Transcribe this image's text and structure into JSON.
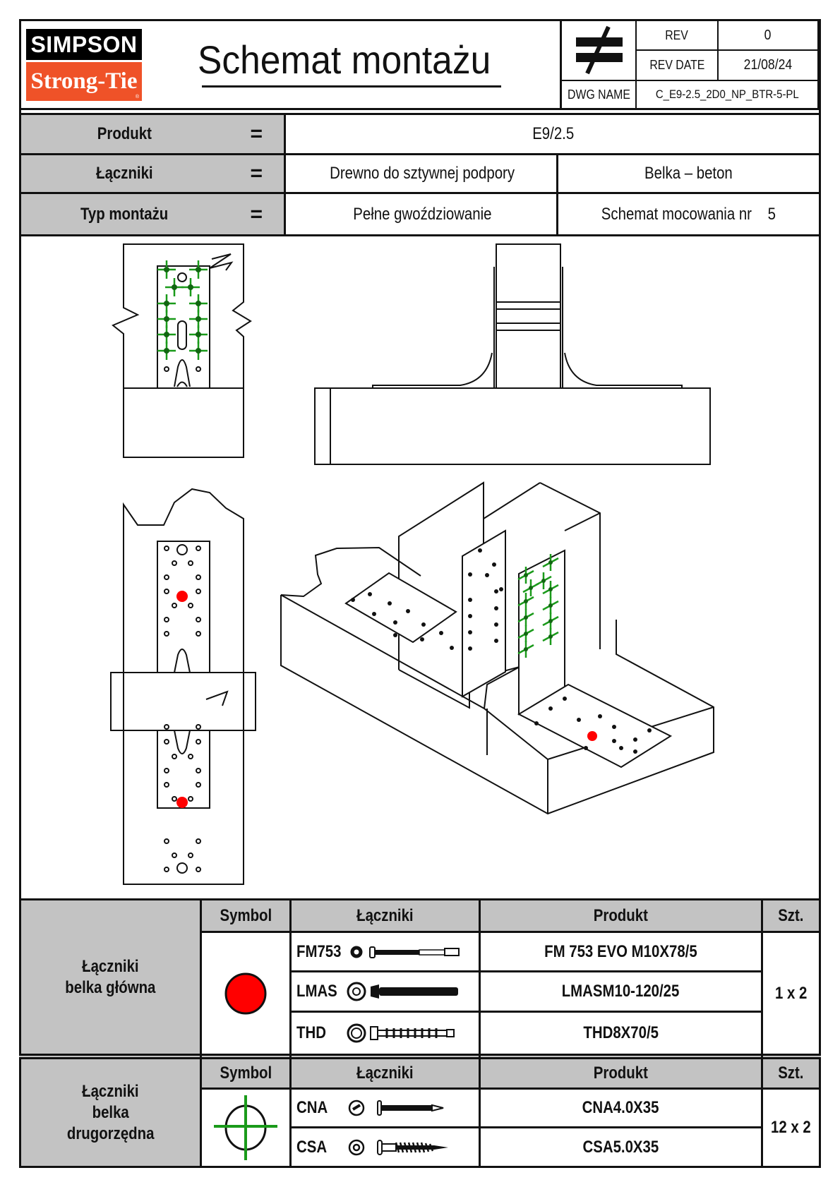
{
  "header": {
    "logo_top": "SIMPSON",
    "logo_bottom": "Strong-Tie",
    "logo_registered": "®",
    "logo_colors": {
      "top_bg": "#000000",
      "bottom_bg": "#ef5228"
    },
    "title": "Schemat montażu",
    "symbol": "not-equal-icon",
    "rev_label": "REV",
    "rev_value": "0",
    "rev_date_label": "REV DATE",
    "rev_date_value": "21/08/24",
    "dwg_name_label": "DWG NAME",
    "dwg_name_value": "C_E9-2.5_2D0_NP_BTR-5-PL"
  },
  "info": {
    "rows": [
      {
        "label": "Produkt",
        "eq": "=",
        "values": [
          "E9/2.5"
        ]
      },
      {
        "label": "Łączniki",
        "eq": "=",
        "values": [
          "Drewno do sztywnej podpory",
          "Belka – beton"
        ]
      },
      {
        "label": "Typ montażu",
        "eq": "=",
        "values": [
          "Pełne gwoździowanie",
          "Schemat mocowania nr    5"
        ]
      }
    ]
  },
  "drawing": {
    "views": [
      "top-view-secondary-beam",
      "front-elevation",
      "top-view-main-beam",
      "isometric-view"
    ],
    "colors": {
      "nail_marker": "#1a9a1a",
      "anchor_marker": "#ff0000",
      "line": "#111111"
    }
  },
  "tables": [
    {
      "group_label": "Łączniki\nbelka główna",
      "group_label_lines": [
        "Łączniki",
        "belka główna"
      ],
      "headers": {
        "symbol": "Symbol",
        "fasteners": "Łączniki",
        "product": "Produkt",
        "qty": "Szt."
      },
      "symbol": "red-filled-circle",
      "symbol_color": "#ff0000",
      "rows": [
        {
          "code": "FM753",
          "icon": "anchor-bolt-icon",
          "product": "FM 753 EVO M10X78/5"
        },
        {
          "code": "LMAS",
          "icon": "concrete-screw-icon",
          "product": "LMASM10-120/25"
        },
        {
          "code": "THD",
          "icon": "hex-screw-icon",
          "product": "THD8X70/5"
        }
      ],
      "qty": "1 x 2"
    },
    {
      "group_label_lines": [
        "Łączniki",
        "belka",
        "drugorzędna"
      ],
      "headers": {
        "symbol": "Symbol",
        "fasteners": "Łączniki",
        "product": "Produkt",
        "qty": "Szt."
      },
      "symbol": "green-crosshair-circle",
      "symbol_color": "#1a9a1a",
      "rows": [
        {
          "code": "CNA",
          "icon": "ring-nail-icon",
          "product": "CNA4.0X35"
        },
        {
          "code": "CSA",
          "icon": "wood-screw-icon",
          "product": "CSA5.0X35"
        }
      ],
      "qty": "12 x 2"
    }
  ]
}
